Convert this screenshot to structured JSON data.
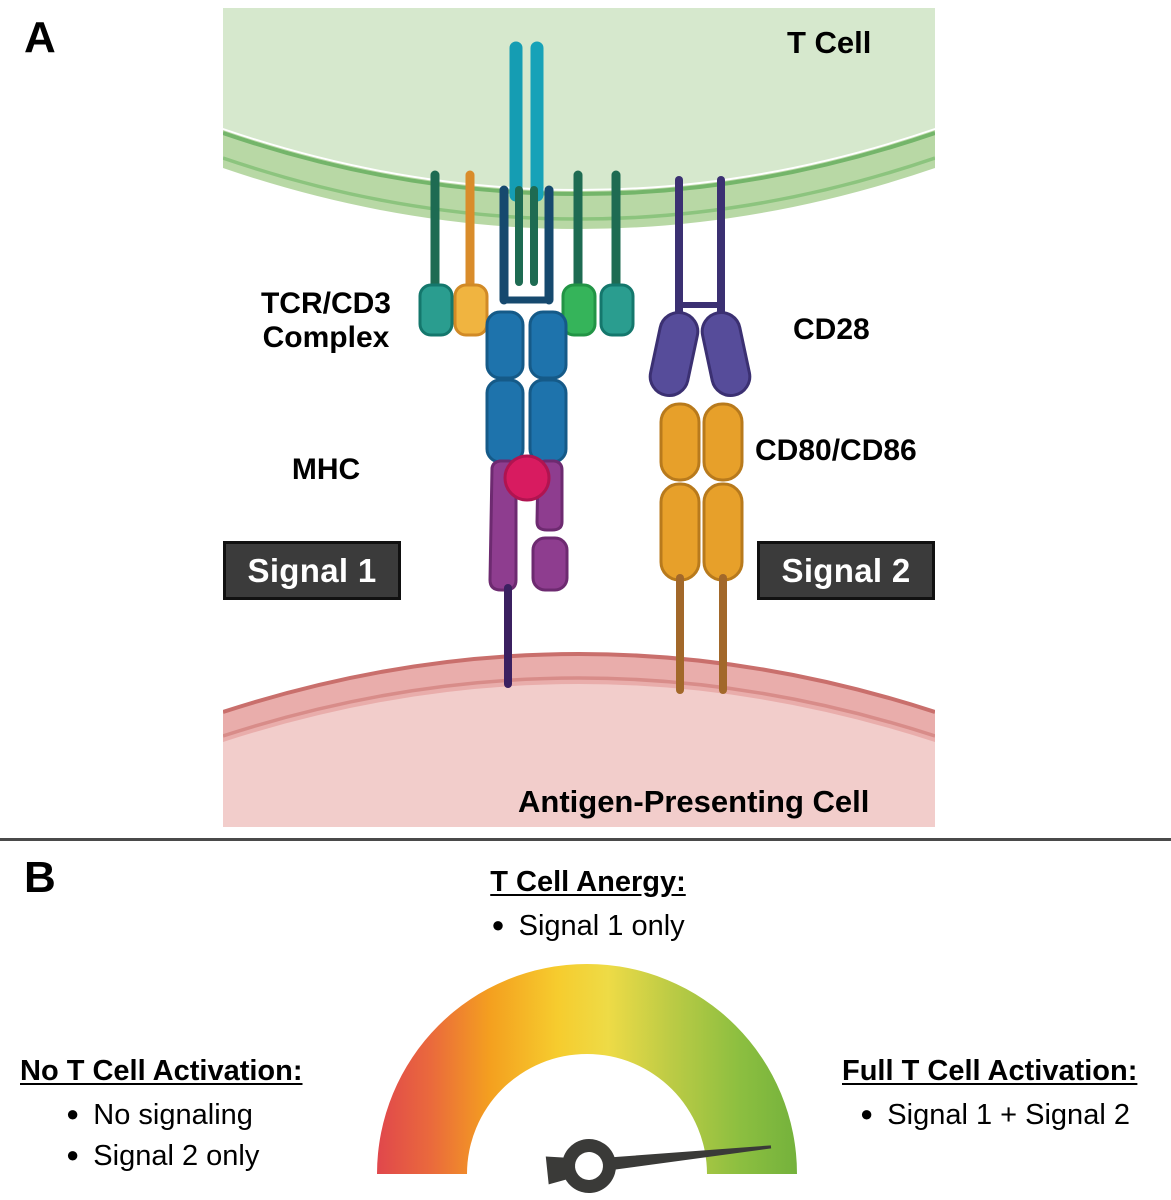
{
  "figure": {
    "panel_a_letter": "A",
    "panel_b_letter": "B"
  },
  "panel_a": {
    "t_cell_label": "T Cell",
    "apc_label": "Antigen-Presenting Cell",
    "tcr_label_line1": "TCR/CD3",
    "tcr_label_line2": "Complex",
    "mhc_label": "MHC",
    "cd28_label": "CD28",
    "cd80_label": "CD80/CD86",
    "signal1_badge": "Signal 1",
    "signal2_badge": "Signal 2",
    "colors": {
      "t_cell_fill": "#d6e8cd",
      "t_cell_membrane_outer": "#b4d6a0",
      "t_cell_membrane_line": "#74b56a",
      "apc_fill": "#f2cdcb",
      "apc_membrane_outer": "#e8aaa7",
      "apc_membrane_line": "#c96f6c",
      "tcr_domain": "#1e73ac",
      "tcr_stalk": "#16496e",
      "mhc_domain": "#8e3d8f",
      "peptide": "#d81b60",
      "cd28_lobe": "#564c9a",
      "cd28_stalk": "#3b3072",
      "cd80_domain": "#e7a02a",
      "cd80_stalk": "#a2682a",
      "cd3_teal": "#2a9d8f",
      "cd3_orange": "#f0b440",
      "cd3_green": "#35b45a",
      "cd3_darkgreen": "#1e6b52",
      "zeta_cyan": "#17a2b8",
      "badge_bg": "#3b3b3b",
      "badge_border": "#111111"
    }
  },
  "panel_b": {
    "anergy": {
      "heading": "T Cell Anergy:",
      "items": [
        "Signal 1 only"
      ]
    },
    "no_activation": {
      "heading": "No T Cell Activation:",
      "items": [
        "No signaling",
        "Signal 2 only"
      ]
    },
    "full_activation": {
      "heading": "Full T Cell Activation:",
      "items": [
        "Signal 1 + Signal 2"
      ]
    },
    "bullet_glyph": "●",
    "gauge": {
      "needle_direction": "right-green-full-activation",
      "gradient_stops": [
        "#e0474c",
        "#ef7e3a",
        "#f5a623",
        "#f0d343",
        "#c3cc45",
        "#8cbf3f",
        "#74b23c"
      ],
      "needle_color": "#3a3a38",
      "start_angle_deg": 180,
      "end_angle_deg": 0,
      "needle_angle_deg": 6
    }
  }
}
